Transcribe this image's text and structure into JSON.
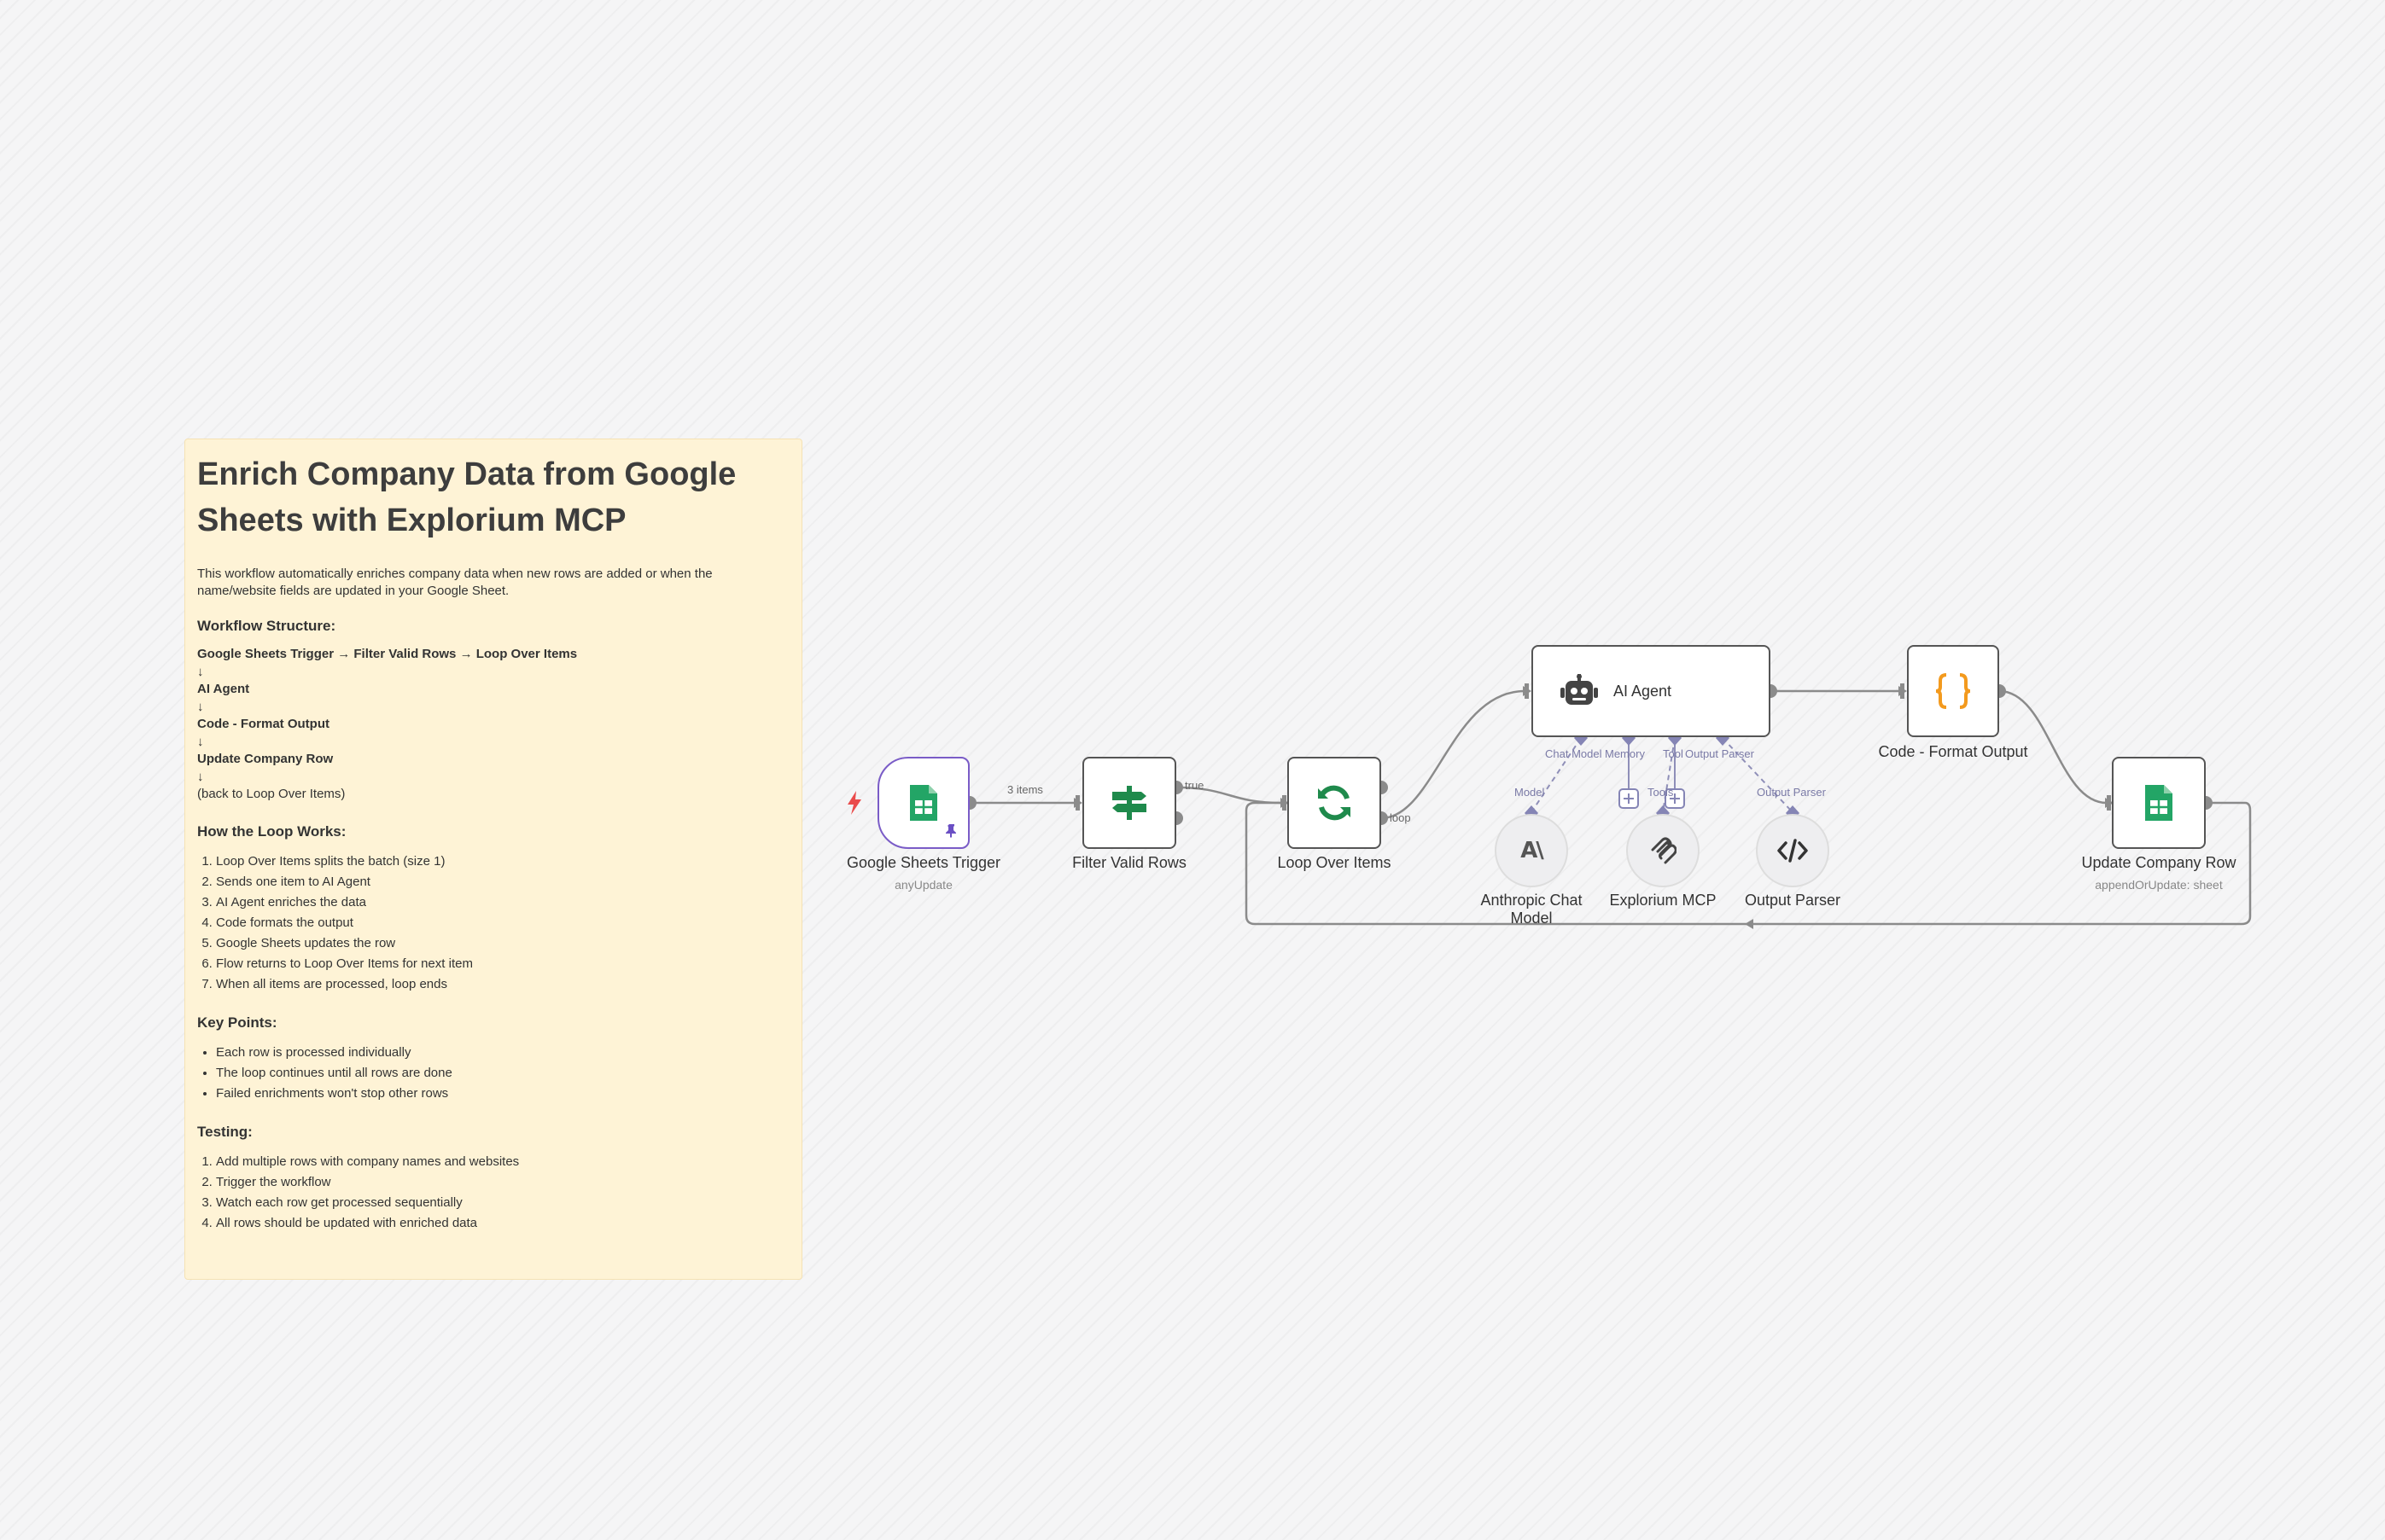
{
  "sticky": {
    "title": "Enrich Company Data from Google Sheets with Explorium MCP",
    "intro": "This workflow automatically enriches company data when new rows are added or when the name/website fields are updated in your Google Sheet.",
    "structure_heading": "Workflow Structure:",
    "structure_line1": "Google Sheets Trigger → Filter Valid Rows → Loop Over Items",
    "arrow": "↓",
    "structure_line2": "AI Agent",
    "structure_line3": "Code - Format Output",
    "structure_line4": "Update Company Row",
    "structure_line5": "(back to Loop Over Items)",
    "loop_heading": "How the Loop Works:",
    "loop_steps": [
      "Loop Over Items splits the batch (size 1)",
      "Sends one item to AI Agent",
      "AI Agent enriches the data",
      "Code formats the output",
      "Google Sheets updates the row",
      "Flow returns to Loop Over Items for next item",
      "When all items are processed, loop ends"
    ],
    "key_heading": "Key Points:",
    "key_points": [
      "Each row is processed individually",
      "The loop continues until all rows are done",
      "Failed enrichments won't stop other rows"
    ],
    "testing_heading": "Testing:",
    "testing_steps": [
      "Add multiple rows with company names and websites",
      "Trigger the workflow",
      "Watch each row get processed sequentially",
      "All rows should be updated with enriched data"
    ]
  },
  "nodes": {
    "trigger": {
      "label": "Google Sheets Trigger",
      "sub": "anyUpdate",
      "icon": "google-sheets-icon"
    },
    "filter": {
      "label": "Filter Valid Rows",
      "icon": "filter-signpost-icon"
    },
    "loop": {
      "label": "Loop Over Items",
      "icon": "loop-arrows-icon"
    },
    "agent": {
      "label": "AI Agent",
      "icon": "robot-icon"
    },
    "code": {
      "label": "Code - Format Output",
      "icon": "code-braces-icon"
    },
    "update": {
      "label": "Update Company Row",
      "sub": "appendOrUpdate: sheet",
      "icon": "google-sheets-icon"
    },
    "anthropic": {
      "label": "Anthropic Chat Model",
      "icon": "anthropic-icon"
    },
    "explorium": {
      "label": "Explorium MCP",
      "icon": "mcp-icon"
    },
    "parser": {
      "label": "Output Parser",
      "icon": "code-tag-icon"
    }
  },
  "edge_labels": {
    "items": "3 items",
    "true": "true",
    "loop": "loop"
  },
  "ports": {
    "chat_model": "Chat Model",
    "memory": "Memory",
    "tool": "Tool",
    "output_parser": "Output Parser",
    "model": "Model",
    "tools": "Tools",
    "output_parser_sub": "Output Parser"
  },
  "colors": {
    "sheets_green": "#23a566",
    "filter_green": "#1f8a4c",
    "loop_green": "#1f8a4c",
    "code_orange": "#f39a1e",
    "trigger_purple": "#7a5cc7",
    "trigger_bolt": "#ea4b4b"
  }
}
